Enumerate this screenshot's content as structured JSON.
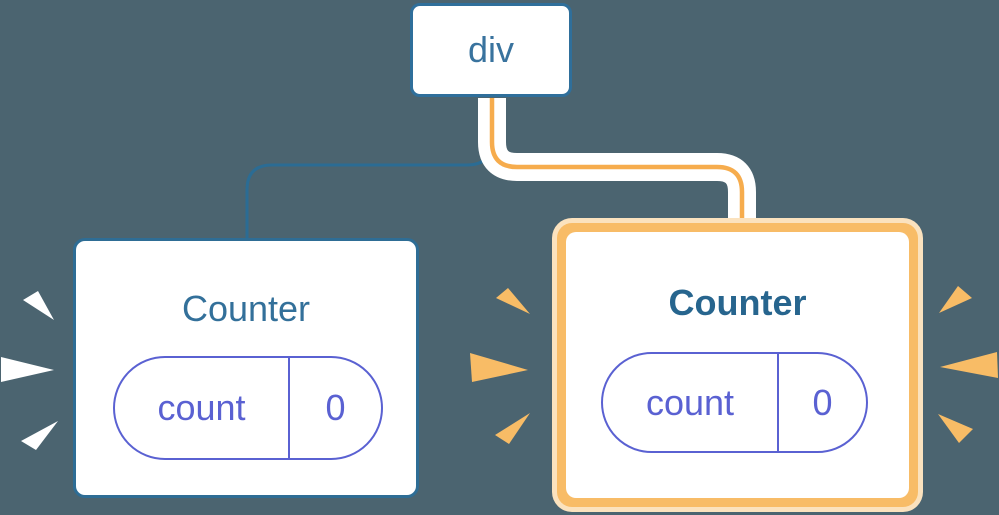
{
  "tree": {
    "root": {
      "label": "div"
    },
    "children": [
      {
        "label": "Counter",
        "state": {
          "key": "count",
          "value": "0"
        },
        "highlighted": false
      },
      {
        "label": "Counter",
        "state": {
          "key": "count",
          "value": "0"
        },
        "highlighted": true
      }
    ]
  },
  "colors": {
    "background": "#4B6470",
    "node_border_blue": "#2F6F9B",
    "node_text_blue": "#39739E",
    "title_blue": "#33709A",
    "title_blue_bold": "#27658E",
    "pill_indigo": "#5A61D2",
    "connector_blue": "#2B6C94",
    "connector_orange": "#F6AC4D",
    "connector_casing_white": "#FFFFFF",
    "highlight_orange": "#F8BC67",
    "highlight_pale_orange": "#FBE2BE",
    "sparkle_white": "#FFFFFF",
    "sparkle_orange": "#F8BC66"
  }
}
